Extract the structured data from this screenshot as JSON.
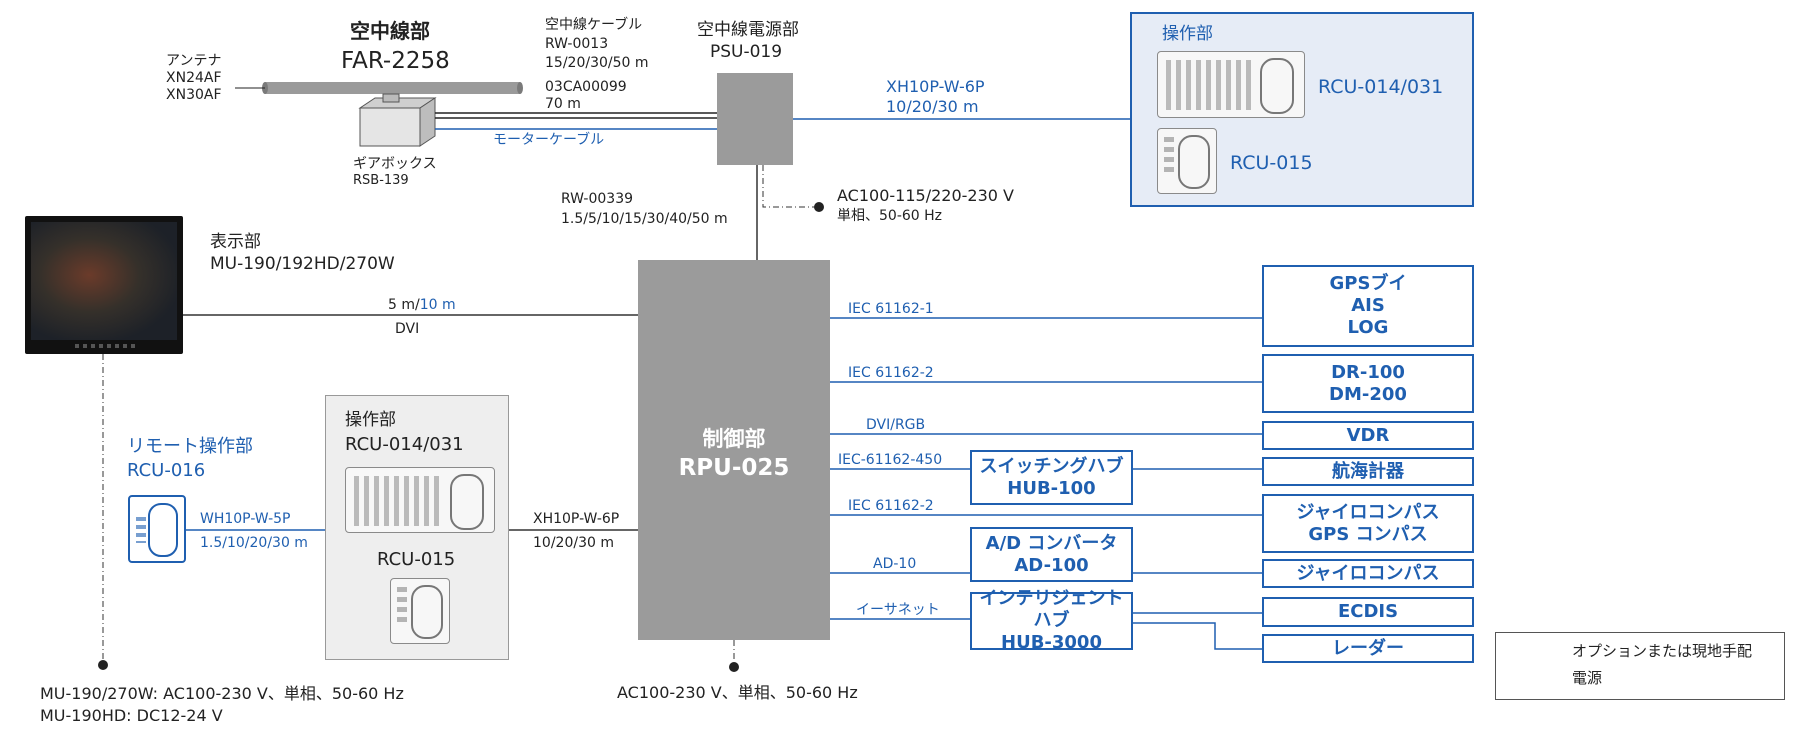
{
  "antenna": {
    "title": "空中線部",
    "model": "FAR-2258",
    "label": "アンテナ",
    "models": [
      "XN24AF",
      "XN30AF"
    ],
    "gearbox_label": "ギアボックス",
    "gearbox_model": "RSB-139",
    "motor_cable": "モーターケーブル"
  },
  "antenna_cable": {
    "title": "空中線ケーブル",
    "model1": "RW-0013",
    "length1": "15/20/30/50 m",
    "model2": "03CA00099",
    "length2": "70 m"
  },
  "psu": {
    "title": "空中線電源部",
    "model": "PSU-019"
  },
  "psu_power": {
    "voltage": "AC100-115/220-230 V",
    "phase": "単相、50-60 Hz"
  },
  "psu_cable": {
    "model": "RW-00339",
    "length": "1.5/5/10/15/30/40/50 m"
  },
  "remote_cable": {
    "model": "XH10P-W-6P",
    "length": "10/20/30 m"
  },
  "ops_top": {
    "title": "操作部",
    "rcu1": "RCU-014/031",
    "rcu2": "RCU-015"
  },
  "display": {
    "title": "表示部",
    "model": "MU-190/192HD/270W"
  },
  "dvi": {
    "length_a": "5 m/",
    "length_b": "10 m",
    "type": "DVI"
  },
  "rpu": {
    "title": "制御部",
    "model": "RPU-025"
  },
  "rpu_power": "AC100-230 V、単相、50-60 Hz",
  "display_power": [
    "MU-190/270W: AC100-230 V、単相、50-60 Hz",
    "MU-190HD: DC12-24 V"
  ],
  "remote": {
    "title": "リモート操作部",
    "model": "RCU-016",
    "cable": "WH10P-W-5P",
    "cable_length": "1.5/10/20/30 m"
  },
  "ops_left": {
    "title": "操作部",
    "rcu1": "RCU-014/031",
    "rcu2": "RCU-015",
    "cable": "XH10P-W-6P",
    "cable_length": "10/20/30 m"
  },
  "interfaces": {
    "iec1": "IEC 61162-1",
    "iec2a": "IEC 61162-2",
    "dvirgb": "DVI/RGB",
    "iec450": "IEC-61162-450",
    "iec2b": "IEC 61162-2",
    "ad10": "AD-10",
    "ethernet": "イーサネット"
  },
  "hubs": {
    "switching": [
      "スイッチングハブ",
      "HUB-100"
    ],
    "ad": [
      "A/D コンバータ",
      "AD-100"
    ],
    "intelligent": [
      "インテリジェントハブ",
      "HUB-3000"
    ]
  },
  "devices": {
    "gps": [
      "GPSブイ",
      "AIS",
      "LOG"
    ],
    "dr": [
      "DR-100",
      "DM-200"
    ],
    "vdr": "VDR",
    "nav": "航海計器",
    "gyro_gps": [
      "ジャイロコンパス",
      "GPS コンパス"
    ],
    "gyro": "ジャイロコンパス",
    "ecdis": "ECDIS",
    "radar": "レーダー"
  },
  "legend": {
    "option": "オプションまたは現地手配",
    "power": "電源"
  },
  "colors": {
    "blue": "#1f5fb0",
    "unit_gray": "#9b9b9b",
    "panel_bg": "#e6ecf6",
    "panel_gray": "#eeeeee"
  }
}
